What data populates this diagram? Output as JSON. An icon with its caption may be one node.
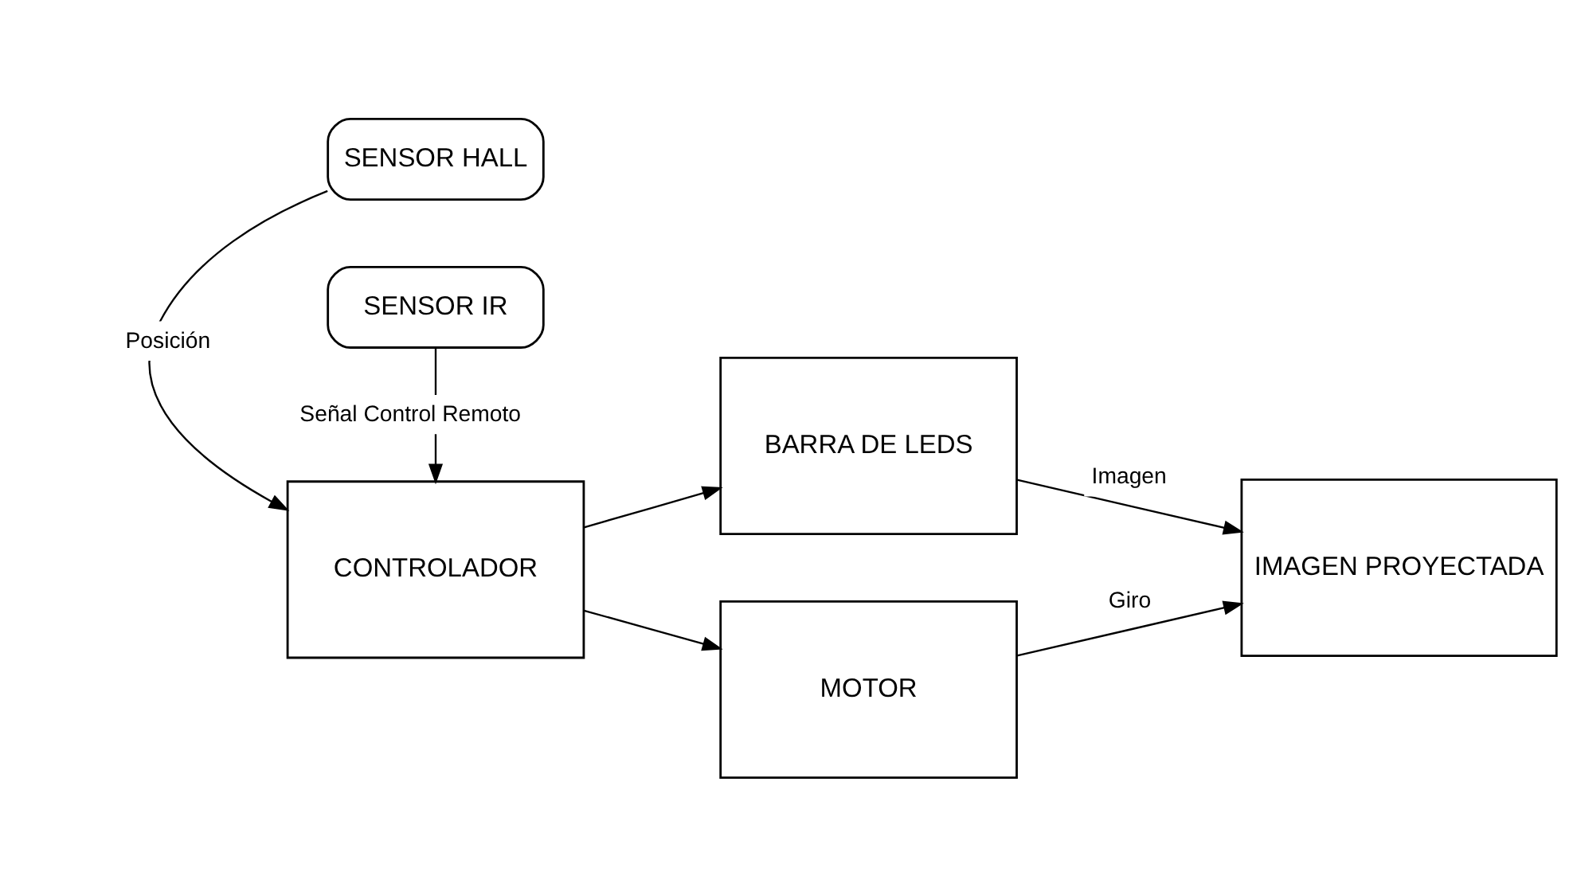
{
  "diagram": {
    "nodes": [
      {
        "text": [
          "SENSOR HALL"
        ]
      },
      {
        "text": [
          "CONTROLADOR"
        ]
      },
      {
        "text": [
          "BARRA DE LEDS"
        ]
      },
      {
        "text": [
          "IMAGEN PROYECTADA"
        ]
      },
      {
        "text": [
          "MOTOR"
        ]
      },
      {
        "text": [
          "SENSOR IR"
        ]
      }
    ],
    "edges": [
      {
        "from": 0,
        "to": 1,
        "arrow": "to",
        "label": "Posición"
      },
      {
        "from": 5,
        "to": 1,
        "arrow": "to",
        "label": "Señal Control Remoto"
      },
      {
        "from": 1,
        "to": 2,
        "arrow": "to"
      },
      {
        "from": 1,
        "to": 4,
        "arrow": "to"
      },
      {
        "from": 2,
        "to": 3,
        "arrow": "to",
        "label": "Imagen"
      },
      {
        "from": 4,
        "to": 3,
        "arrow": "to",
        "label": "Giro"
      }
    ]
  }
}
